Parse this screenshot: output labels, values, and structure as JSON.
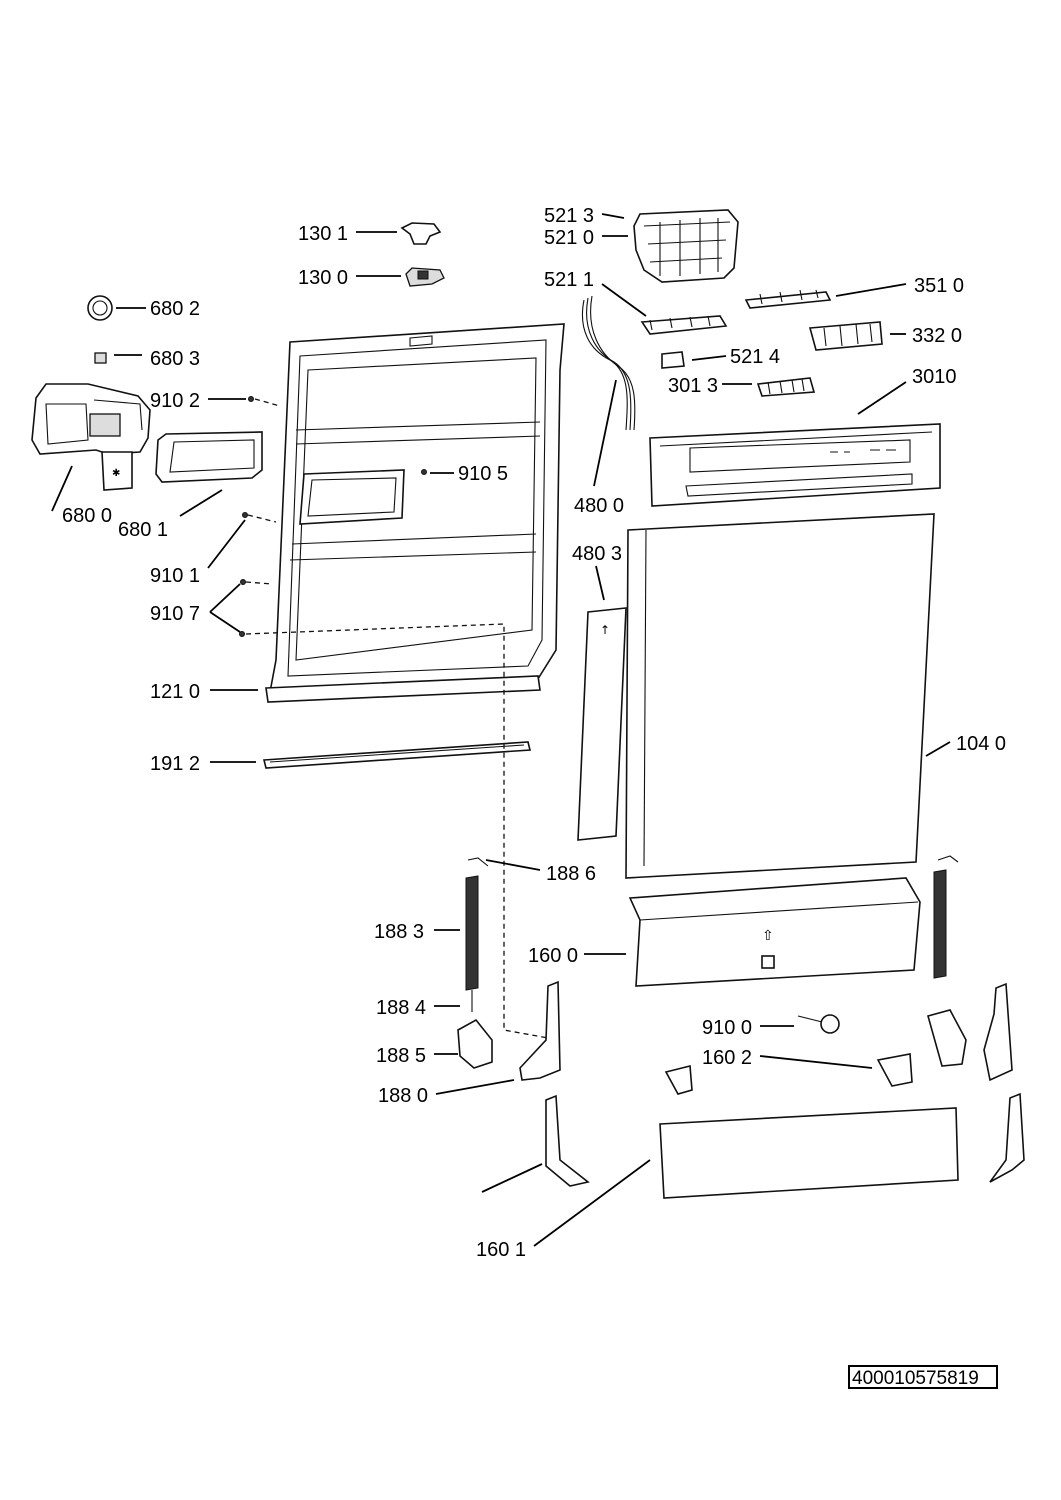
{
  "labels": {
    "l1301": "130 1",
    "l1300": "130 0",
    "l6802": "680 2",
    "l6803": "680 3",
    "l9102": "910 2",
    "l6800": "680 0",
    "l6801": "680 1",
    "l9101": "910 1",
    "l9107": "910 7",
    "l1210": "121 0",
    "l1912": "191 2",
    "l9105": "910 5",
    "l5213": "521 3",
    "l5210": "521 0",
    "l5211": "521 1",
    "l3510": "351 0",
    "l3320": "332 0",
    "l5214": "521 4",
    "l3013": "301 3",
    "l3010": "3010",
    "l4800": "480 0",
    "l4803": "480 3",
    "l1040": "104 0",
    "l1886": "188 6",
    "l1883": "188 3",
    "l1884": "188 4",
    "l1885": "188 5",
    "l1880": "188 0",
    "l1600": "160 0",
    "l9100": "910 0",
    "l1602": "160 2",
    "l1601": "160 1"
  },
  "document_number": "400010575819"
}
